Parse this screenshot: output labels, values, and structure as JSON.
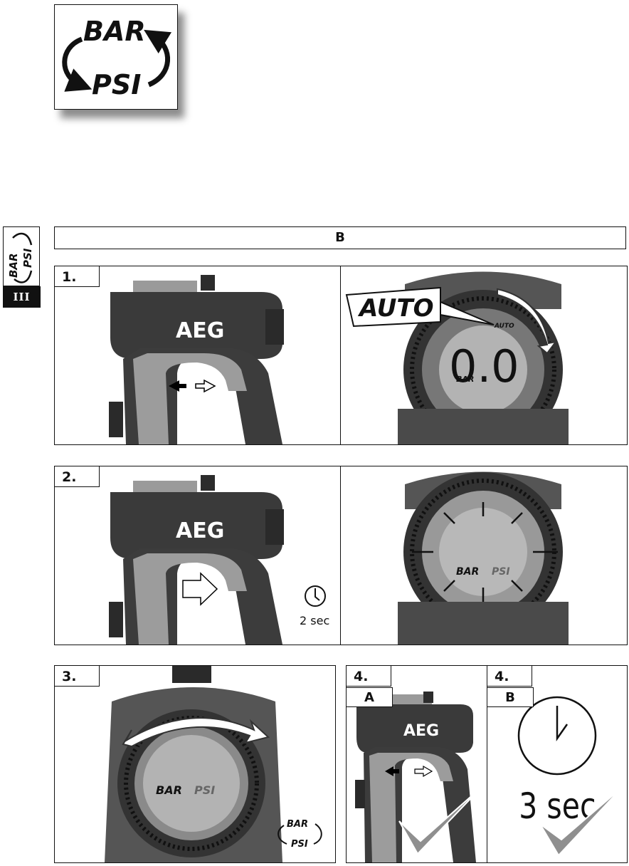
{
  "header_icon": {
    "top_word": "BAR",
    "bottom_word": "PSI"
  },
  "side": {
    "icon_top": "BAR",
    "icon_bottom": "PSI",
    "tab": "III"
  },
  "section_label": "B",
  "brand": "AEG",
  "steps": [
    {
      "number": "1.",
      "callout": "AUTO",
      "display_mode": "AUTO",
      "display_value": "0.0",
      "display_unit": "BAR"
    },
    {
      "number": "2.",
      "timer_label": "2 sec",
      "display_unit_a": "BAR",
      "display_unit_b": "PSI"
    },
    {
      "number": "3.",
      "display_unit_a": "BAR",
      "display_unit_b": "PSI",
      "icon_top": "BAR",
      "icon_bottom": "PSI"
    },
    {
      "number": "4.",
      "sub": "A"
    },
    {
      "number": "4.",
      "sub": "B",
      "timer_label": "3 sec"
    }
  ],
  "colors": {
    "ink": "#111111",
    "body_dark": "#3a3a3a",
    "body_light": "#9a9a9a",
    "lcd": "#b3b3b3",
    "check": "#8f8f8f"
  }
}
